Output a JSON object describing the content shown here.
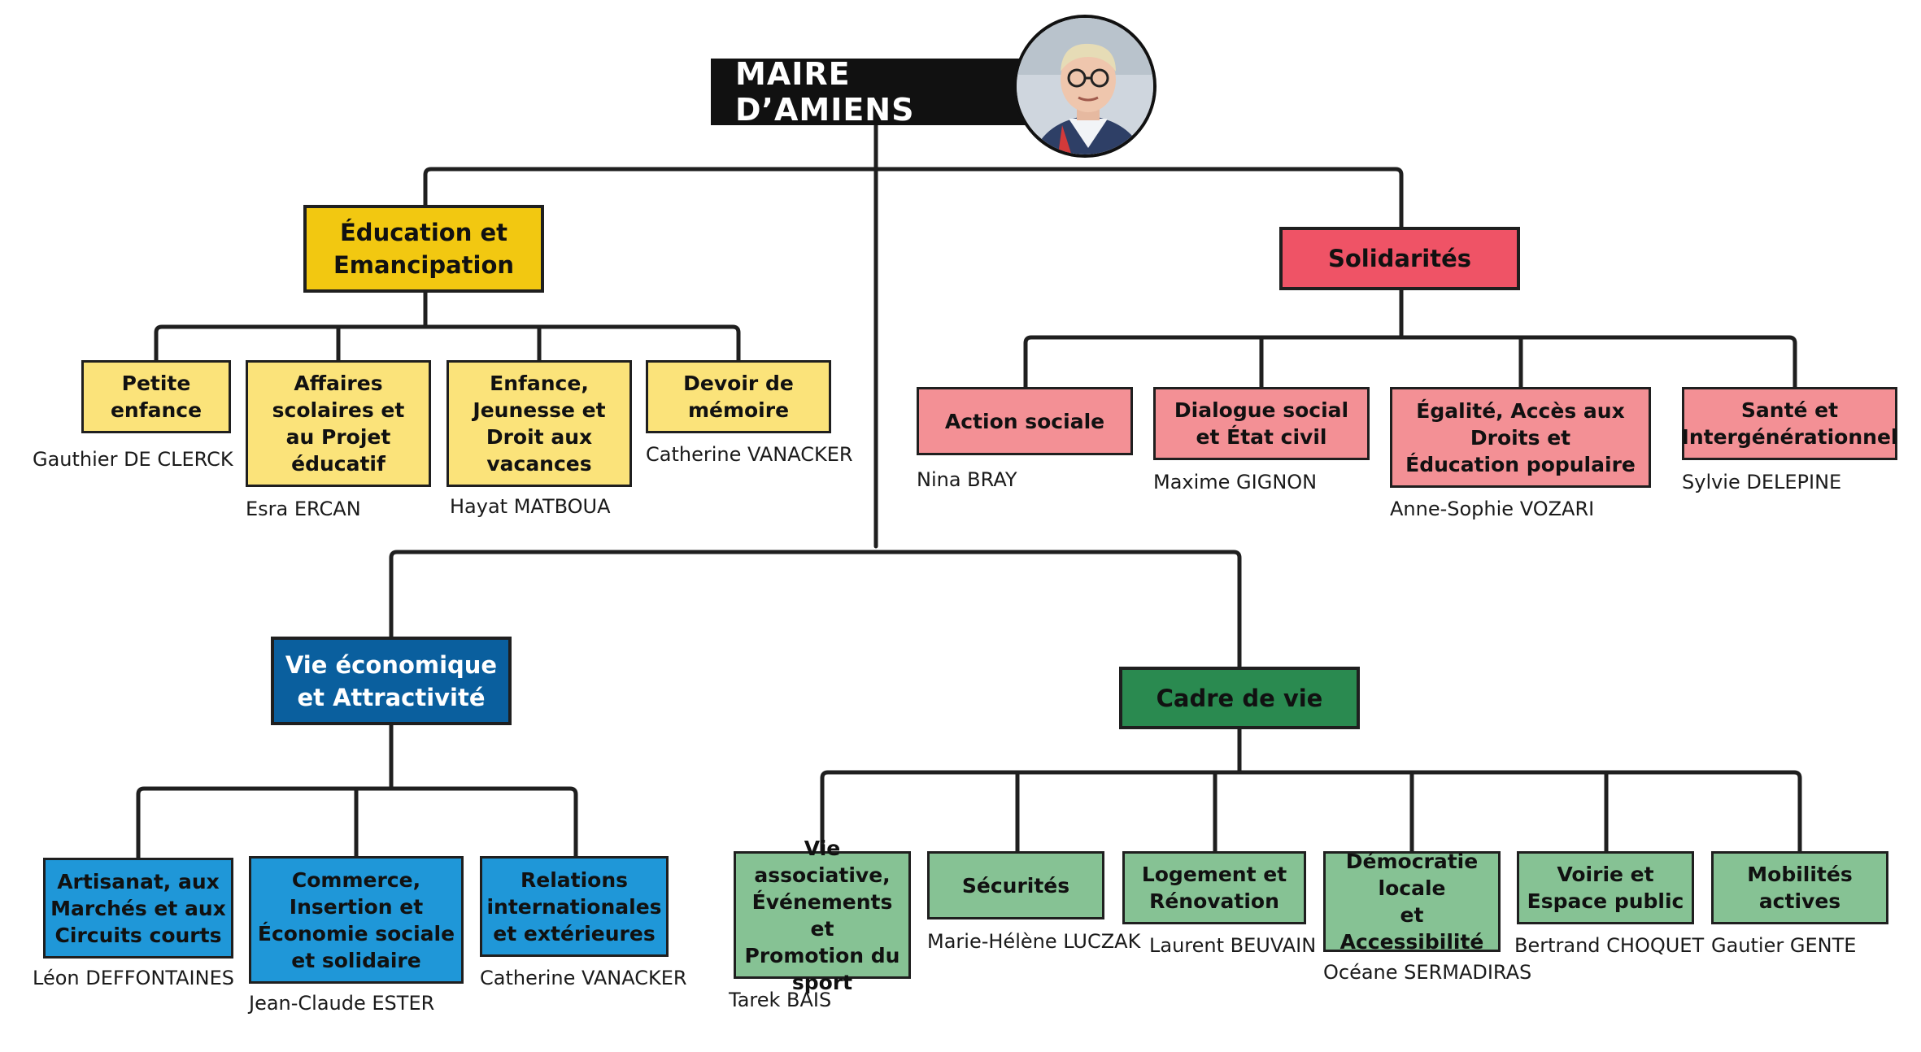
{
  "colors": {
    "line": "#1f1f1f",
    "education": "#f2c811",
    "education_light": "#fbe37a",
    "solidarite": "#ef5366",
    "solidarite_light": "#f39095",
    "economie": "#0a5f9e",
    "economie_light": "#1f97d8",
    "cadre": "#2a8a50",
    "cadre_light": "#86c294"
  },
  "mayor": {
    "title": "MAIRE D’AMIENS",
    "portrait_icon": "person-portrait-icon"
  },
  "poles": {
    "education": "Éducation et\nEmancipation",
    "solidarites": "Solidarités",
    "economie": "Vie économique\net Attractivité",
    "cadre": "Cadre de vie"
  },
  "education_items": [
    {
      "label": "Petite\nenfance",
      "person": "Gauthier DE CLERCK"
    },
    {
      "label": "Affaires\nscolaires et\nau Projet\néducatif",
      "person": "Esra ERCAN"
    },
    {
      "label": "Enfance,\nJeunesse et\nDroit aux\nvacances",
      "person": "Hayat MATBOUA"
    },
    {
      "label": "Devoir de\nmémoire",
      "person": "Catherine VANACKER"
    }
  ],
  "solidarites_items": [
    {
      "label": "Action sociale",
      "person": "Nina BRAY"
    },
    {
      "label": "Dialogue social\net État civil",
      "person": "Maxime GIGNON"
    },
    {
      "label": "Égalité, Accès aux\nDroits et\nÉducation populaire",
      "person": "Anne-Sophie VOZARI"
    },
    {
      "label": "Santé et\nIntergénérationnel",
      "person": "Sylvie DELEPINE"
    }
  ],
  "economie_items": [
    {
      "label": "Artisanat, aux\nMarchés et aux\nCircuits courts",
      "person": "Léon DEFFONTAINES"
    },
    {
      "label": "Commerce,\nInsertion et\nÉconomie sociale\net solidaire",
      "person": "Jean-Claude ESTER"
    },
    {
      "label": "Relations\ninternationales\net extérieures",
      "person": "Catherine VANACKER"
    }
  ],
  "cadre_items": [
    {
      "label": "Vie associative,\nÉvénements et\nPromotion du\nsport",
      "person": "Tarek BAIS"
    },
    {
      "label": "Sécurités",
      "person": "Marie-Hélène LUCZAK"
    },
    {
      "label": "Logement et\nRénovation",
      "person": "Laurent BEUVAIN"
    },
    {
      "label": "Démocratie\nlocale\net Accessibilité",
      "person": "Océane SERMADIRAS"
    },
    {
      "label": "Voirie et\nEspace public",
      "person": "Bertrand CHOQUET"
    },
    {
      "label": "Mobilités\nactives",
      "person": "Gautier GENTE"
    }
  ]
}
